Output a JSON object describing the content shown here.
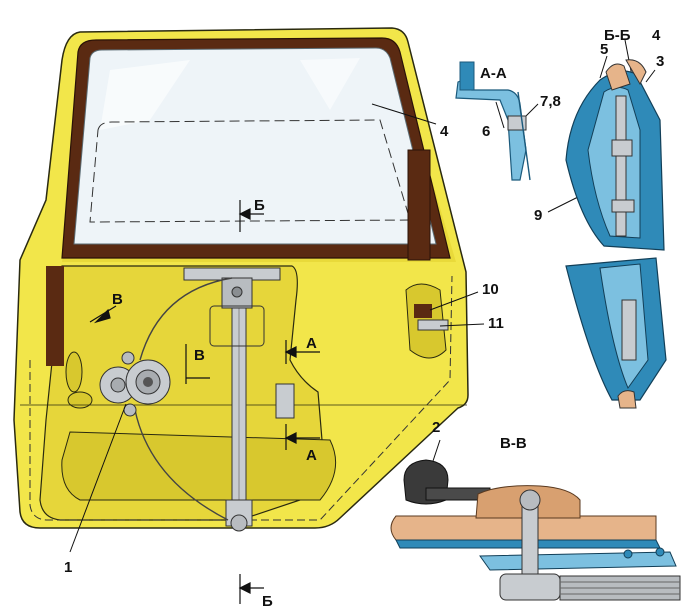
{
  "callouts": {
    "c1": "1",
    "c2": "2",
    "c3": "3",
    "c4_main": "4",
    "c4_section": "4",
    "c5": "5",
    "c6": "6",
    "c78": "7,8",
    "c9": "9",
    "c10": "10",
    "c11": "11"
  },
  "section_marks": {
    "b_top": "Б",
    "b_bottom": "Б",
    "v_left": "В",
    "v_mid": "В",
    "a_upper": "А",
    "a_lower": "А"
  },
  "section_titles": {
    "aa": "А-А",
    "bb": "Б-Б",
    "vv": "В-В"
  },
  "colors": {
    "door_yellow": "#f2e64a",
    "door_shade": "#d8c82e",
    "seal_brown": "#5a2a12",
    "glass": "#eef4f8",
    "metal": "#c8ccd0",
    "section_blue": "#2f8ab8",
    "section_blue_light": "#7cc0e0",
    "knob_dark": "#3a3a3a",
    "felt_tan": "#e6b48a"
  }
}
